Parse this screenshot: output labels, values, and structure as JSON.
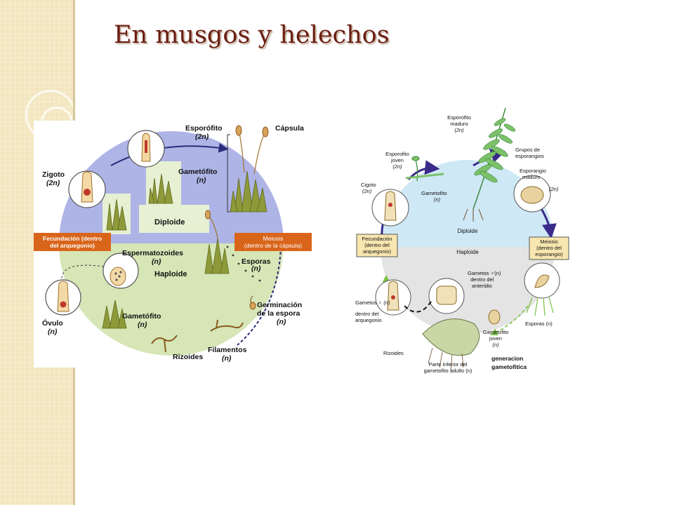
{
  "slide": {
    "title": "En musgos y helechos",
    "colors": {
      "title": "#6b1d12",
      "side_band": "#f3e6bf",
      "moss_diploid": "#aeb4e6",
      "moss_haploid": "#d6e6b6",
      "moss_stage_banner": "#d9651b",
      "fern_diploid": "#cfe8f6",
      "fern_haploid": "#e4e4e4",
      "fern_stage_box": "#f8e6b0",
      "cycle_arrow": "#3a2a8a"
    }
  },
  "moss": {
    "esporofito": "Esporófito",
    "esporofito_ploidy": "(2n)",
    "capsula": "Cápsula",
    "gametofito_top": "Gametófito",
    "gametofito_top_ploidy": "(n)",
    "zigoto": "Zigoto",
    "zigoto_ploidy": "(2n)",
    "diploide": "Diploide",
    "haploide": "Haploide",
    "fecundacion_line1": "Fecundación (dentro",
    "fecundacion_line2": "del arquegonio)",
    "meiosis_line1": "Meiosis",
    "meiosis_line2": "(dentro de la cápsula)",
    "espermatozoides": "Espermatozoides",
    "espermatozoides_ploidy": "(n)",
    "esporas": "Esporas",
    "esporas_ploidy": "(n)",
    "ovulo": "Óvulo",
    "ovulo_ploidy": "(n)",
    "gametofito_bottom": "Gametófito",
    "gametofito_bottom_ploidy": "(n)",
    "germinacion_line1": "Germinación",
    "germinacion_line2": "de la espora",
    "germinacion_ploidy": "(n)",
    "filamentos": "Filamentos",
    "filamentos_ploidy": "(n)",
    "rizoides": "Rizoides"
  },
  "fern": {
    "esporofito_maduro_line1": "Esporofito",
    "esporofito_maduro_line2": "maduro",
    "esporofito_maduro_ploidy": "(2n)",
    "esporofito_joven_line1": "Esporofito",
    "esporofito_joven_line2": "joven",
    "esporofito_joven_ploidy": "(2n)",
    "grupos_line1": "Grupos de",
    "grupos_line2": "esporangios",
    "esporangio_line1": "Esporangio",
    "esporangio_line2": "maduro",
    "esporangio_ploidy": "(2n)",
    "cigoto": "Cigoto",
    "cigoto_ploidy": "(2n)",
    "gametofito": "Gametofito",
    "gametofito_ploidy": "(n)",
    "diploide": "Diploide",
    "haploide": "Haploide",
    "fecundacion_line1": "Fecundación",
    "fecundacion_line2": "(dentro del",
    "fecundacion_line3": "arquegonio)",
    "meiosis_line1": "Meiosis",
    "meiosis_line2": "(dentro del",
    "meiosis_line3": "esporangio)",
    "gametos_male_line1": "Gametos ♂(n)",
    "gametos_male_line2": "dentro del",
    "gametos_male_line3": "anteridio",
    "gametos_female_line1": "Gametos ♀ (n)",
    "gametos_female_line2": "dentro del",
    "gametos_female_line3": "arquegonio",
    "esporas": "Esporas (n)",
    "gametofito_joven_line1": "Gametofito",
    "gametofito_joven_line2": "joven",
    "gametofito_joven_ploidy": "(n)",
    "rizoides": "Rizoides",
    "parte_inferior_line1": "Parte inferior del",
    "parte_inferior_line2": "gametofito adulto (n)",
    "generacion_line1": "generacion",
    "generacion_line2": "gametofitica"
  }
}
